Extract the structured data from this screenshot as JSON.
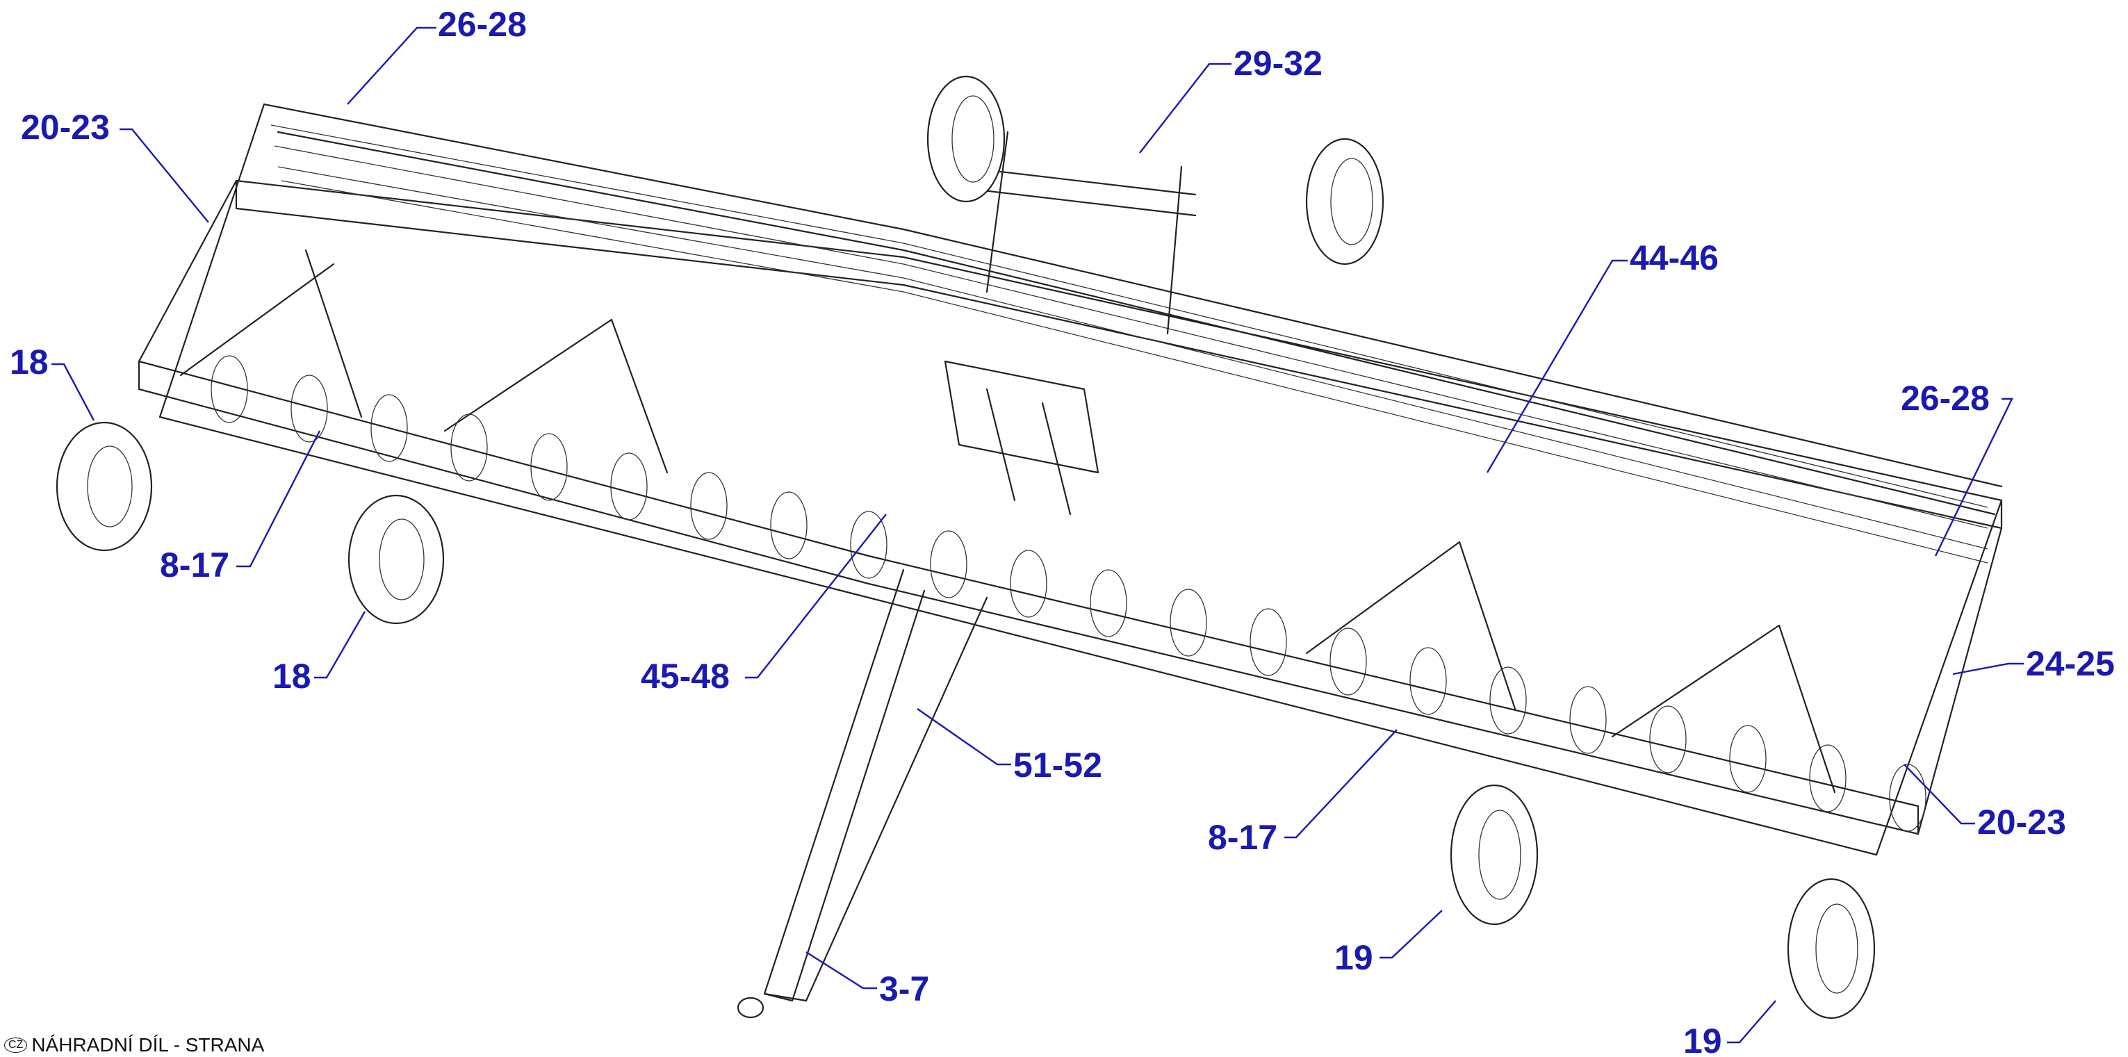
{
  "colors": {
    "callout": "#1a1ab0",
    "line_art": "#222222",
    "background": "#ffffff"
  },
  "footer": {
    "country_code": "CZ",
    "text": "NÁHRADNÍ DÍL - STRANA"
  },
  "callouts": [
    {
      "id": "c1",
      "label": "26-28"
    },
    {
      "id": "c2",
      "label": "20-23"
    },
    {
      "id": "c3",
      "label": "29-32"
    },
    {
      "id": "c4",
      "label": "44-46"
    },
    {
      "id": "c5",
      "label": "18"
    },
    {
      "id": "c6",
      "label": "26-28"
    },
    {
      "id": "c7",
      "label": "8-17"
    },
    {
      "id": "c8",
      "label": "18"
    },
    {
      "id": "c9",
      "label": "45-48"
    },
    {
      "id": "c10",
      "label": "51-52"
    },
    {
      "id": "c11",
      "label": "24-25"
    },
    {
      "id": "c12",
      "label": "20-23"
    },
    {
      "id": "c13",
      "label": "8-17"
    },
    {
      "id": "c14",
      "label": "19"
    },
    {
      "id": "c15",
      "label": "3-7"
    },
    {
      "id": "c16",
      "label": "19"
    }
  ]
}
